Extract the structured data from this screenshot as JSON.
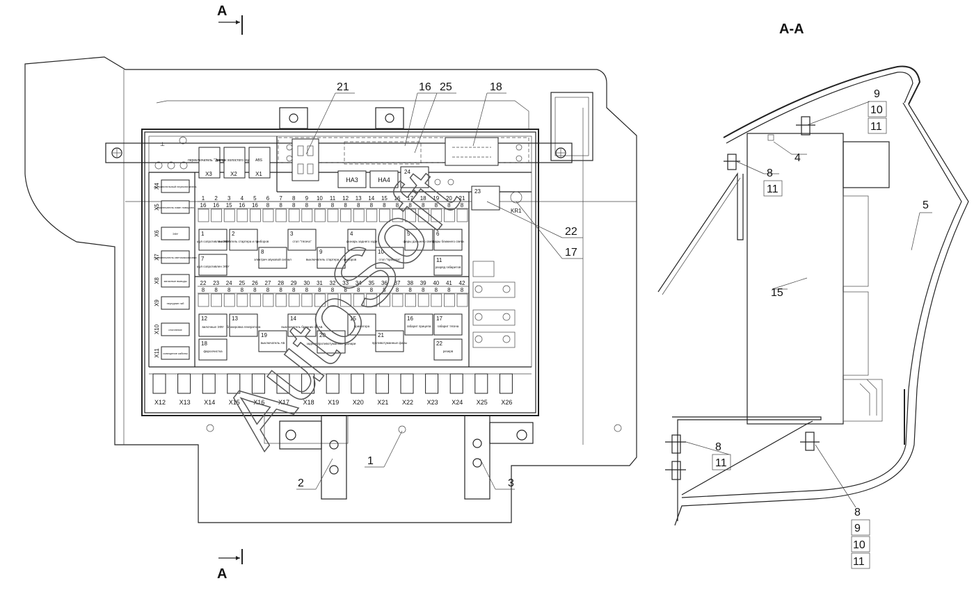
{
  "section": {
    "top_mark": "A",
    "bottom_mark": "A",
    "view_title": "A-A"
  },
  "watermark": "AutoSoft",
  "callouts_front": [
    "21",
    "16",
    "25",
    "18",
    "22",
    "17",
    "1",
    "2",
    "3"
  ],
  "callouts_side": [
    "9",
    "10",
    "11",
    "8",
    "11",
    "4",
    "5",
    "15",
    "8",
    "11",
    "8",
    "9",
    "10",
    "11"
  ],
  "relays_top": [
    {
      "id": "X3",
      "text": "переключатель \"Экопули\""
    },
    {
      "id": "X2",
      "text": "датчик холостого хода"
    },
    {
      "id": "X1",
      "text": "ABS"
    }
  ],
  "relay_row_labels": [
    "HA3",
    "HA4"
  ],
  "relay_small": [
    "23",
    "KR1",
    "24"
  ],
  "left_connectors": [
    {
      "id": "X4",
      "text": "Дополнительный переключатель"
    },
    {
      "id": "X5",
      "text": "выключатель ламп поворота"
    },
    {
      "id": "X6",
      "text": "ЭФУ"
    },
    {
      "id": "X7",
      "text": "переключатель светомаскировки"
    },
    {
      "id": "X8",
      "text": "запасные выводы"
    },
    {
      "id": "X9",
      "text": "передние габ"
    },
    {
      "id": "X10",
      "text": "отопление"
    },
    {
      "id": "X11",
      "text": "освещение кабины"
    }
  ],
  "fuses_row1": {
    "numbers": [
      "1",
      "2",
      "3",
      "4",
      "5",
      "6",
      "7",
      "8",
      "9",
      "10",
      "11",
      "12",
      "13",
      "14",
      "15",
      "16",
      "17",
      "18",
      "19",
      "20",
      "21"
    ],
    "ratings": [
      "16",
      "16",
      "15",
      "16",
      "16",
      "8",
      "8",
      "8",
      "8",
      "8",
      "8",
      "8",
      "8",
      "8",
      "8",
      "8",
      "8",
      "8",
      "8",
      "8",
      "8"
    ]
  },
  "fuses_row2": {
    "numbers": [
      "22",
      "23",
      "24",
      "25",
      "26",
      "27",
      "28",
      "29",
      "30",
      "31",
      "32",
      "33",
      "34",
      "35",
      "36",
      "37",
      "38",
      "39",
      "40",
      "41",
      "42"
    ],
    "ratings": [
      "8",
      "8",
      "8",
      "8",
      "8",
      "8",
      "8",
      "8",
      "8",
      "8",
      "8",
      "8",
      "8",
      "8",
      "8",
      "8",
      "8",
      "8",
      "8",
      "8",
      "8"
    ]
  },
  "relays_block1": [
    {
      "n": "1",
      "text": "щуп сопротивлен ЭФУ"
    },
    {
      "n": "2",
      "text": "выключатель стартера и приборов"
    },
    {
      "n": "3",
      "text": "стоп \"тягача\""
    },
    {
      "n": "4",
      "text": "фонарь заднего хода"
    },
    {
      "n": "5",
      "text": "фары дальнего света"
    },
    {
      "n": "6",
      "text": "фары ближнего света"
    },
    {
      "n": "7",
      "text": "щуп сопротивлен ЭФУ"
    },
    {
      "n": "8",
      "text": "электрич звуковой сигнал"
    },
    {
      "n": "9",
      "text": "выключатель стартера и приборов"
    },
    {
      "n": "10",
      "text": "стоп \"прицепа\""
    },
    {
      "n": "11",
      "text": "разряд габаритов"
    }
  ],
  "relays_block2": [
    {
      "n": "12",
      "text": "вилочные ЭФУ"
    },
    {
      "n": "13",
      "text": "блокировка генератора"
    },
    {
      "n": "14",
      "text": "выключатель бранних св АБ"
    },
    {
      "n": "15",
      "text": "прижатора"
    },
    {
      "n": "16",
      "text": "габарит прицепа"
    },
    {
      "n": "17",
      "text": "габарит тягача"
    },
    {
      "n": "18",
      "text": "фароочистка"
    },
    {
      "n": "19",
      "text": "выключатель АБ"
    },
    {
      "n": "20",
      "text": "задние противотуманные фонари"
    },
    {
      "n": "21",
      "text": "противотуманные фары"
    },
    {
      "n": "22",
      "text": "резерв"
    }
  ],
  "bottom_connectors": [
    "X12",
    "X13",
    "X14",
    "X15",
    "X16",
    "X17",
    "X18",
    "X19",
    "X20",
    "X21",
    "X22",
    "X23",
    "X24",
    "X25",
    "X26"
  ]
}
